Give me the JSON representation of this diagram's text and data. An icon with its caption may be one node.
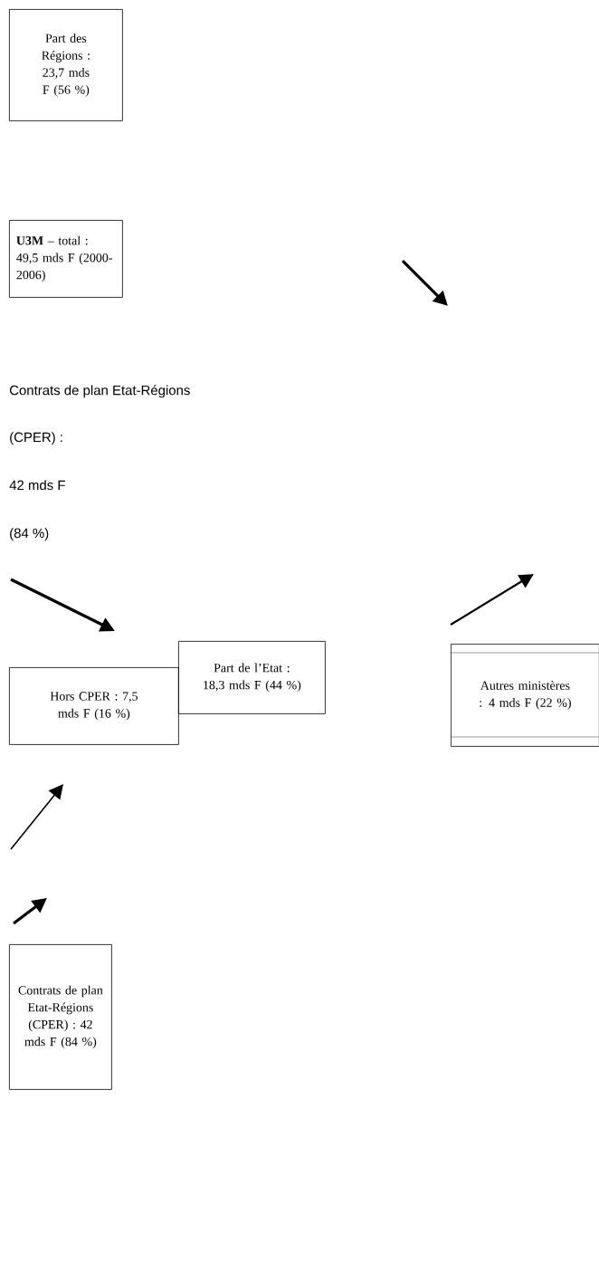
{
  "diagram": {
    "nodes": [
      {
        "text": [
          "Part des Régions : 23,7 mds F (56 %)"
        ]
      },
      {
        "text": [
          "**U3M** – total : 49,5 mds F (2000-2006)"
        ]
      },
      {
        "text": [
          "Hors CPER : 7,5 mds F (16 %)"
        ]
      },
      {
        "text": [
          "Part de l’Etat : 18,3 mds F (44 %)"
        ]
      },
      {
        "text": [
          "Autres ministères : 4 mds F (22 %)"
        ]
      },
      {
        "text": [
          "Contrats de plan Etat-Régions (CPER) : 42 mds F (84 %)"
        ]
      }
    ],
    "labels": [
      "Contrats de plan Etat-Régions",
      "(CPER) :",
      "42 mds F",
      "(84 %)"
    ]
  }
}
